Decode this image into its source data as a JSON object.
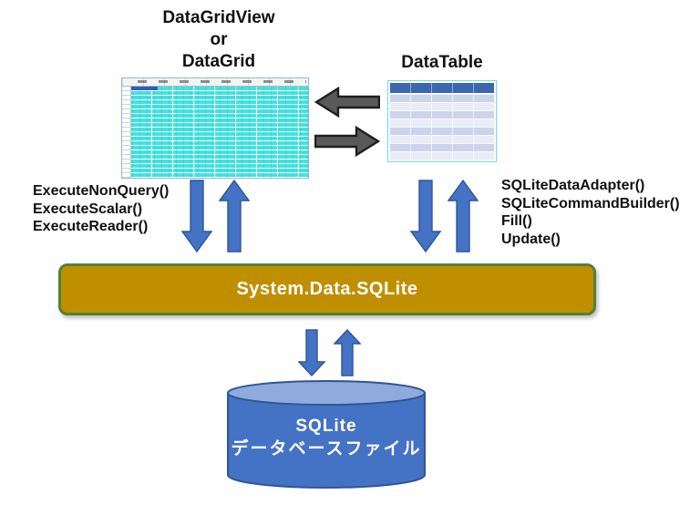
{
  "datagrid": {
    "title_lines": [
      "DataGridView",
      "or",
      "DataGrid"
    ]
  },
  "datatable": {
    "label": "DataTable",
    "columns": 5,
    "rows": 8
  },
  "command_methods": {
    "lines": [
      "ExecuteNonQuery()",
      "ExecuteScalar()",
      "ExecuteReader()"
    ]
  },
  "adapter_methods": {
    "lines": [
      "SQLiteDataAdapter()",
      "SQLiteCommandBuilder()",
      "Fill()",
      "Update()"
    ]
  },
  "provider": {
    "label": "System.Data.SQLite"
  },
  "database": {
    "line1": "SQLite",
    "line2": "データベースファイル"
  },
  "icons": {
    "left_arrow": "arrow-left",
    "right_arrow": "arrow-right",
    "down_arrow": "arrow-down",
    "up_arrow": "arrow-up"
  },
  "colors": {
    "arrow-blue": "#4472C4",
    "arrow-blue-border": "#2F5597",
    "arrow-gray": "#595959",
    "arrow-gray-border": "#1f1f1f",
    "provider-fill": "#BF8F00",
    "provider-border": "#538135",
    "cylinder-body": "#4472C4",
    "cylinder-top": "#8FAADC",
    "cylinder-border": "#2F5595",
    "table-header": "#3D66B0",
    "table-row-a": "#CBD4EA",
    "table-row-b": "#E9ECF6",
    "grid-row": "#41E3E0",
    "grid-selected": "#2E5BC0"
  }
}
